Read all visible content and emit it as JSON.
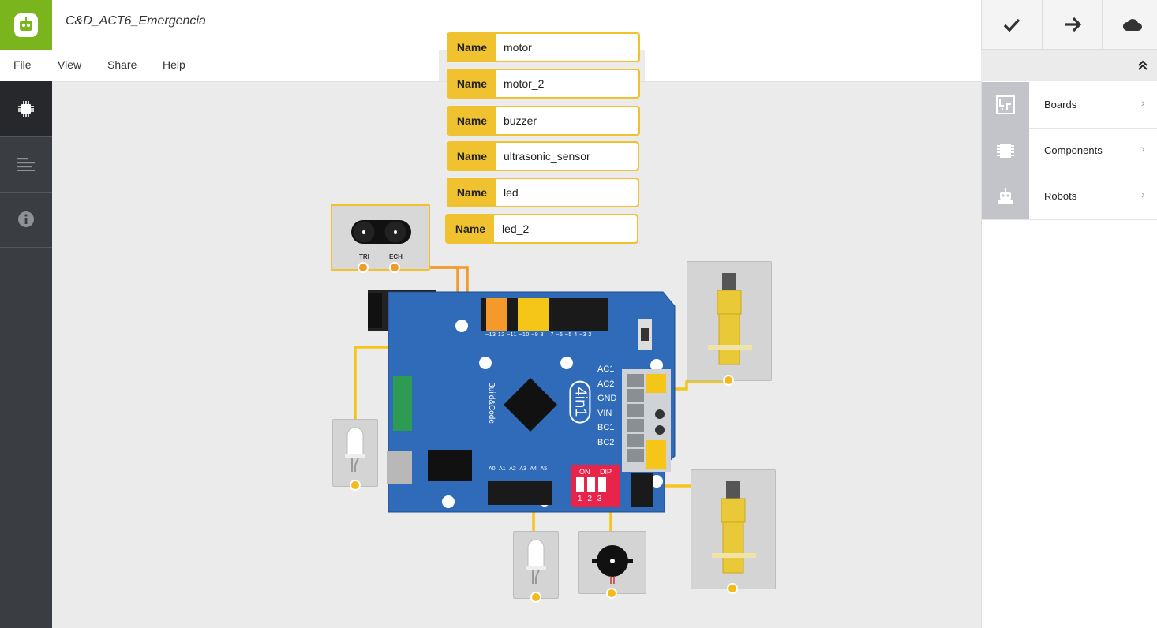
{
  "app": {
    "project_title": "C&D_ACT6_Emergencia"
  },
  "menu": {
    "items": [
      "File",
      "View",
      "Share",
      "Help"
    ]
  },
  "toolbar": {
    "verify_icon": "check-icon",
    "upload_icon": "arrow-right-icon",
    "cloud_icon": "cloud-icon"
  },
  "sidebar": {
    "tabs": [
      "hardware-chip-icon",
      "code-lines-icon",
      "info-icon"
    ]
  },
  "panel": {
    "categories": [
      {
        "label": "Boards",
        "icon": "boards-icon"
      },
      {
        "label": "Components",
        "icon": "components-icon"
      },
      {
        "label": "Robots",
        "icon": "robots-icon"
      }
    ]
  },
  "name_popups": {
    "label": "Name",
    "values": [
      "motor",
      "motor_2",
      "buzzer",
      "ultrasonic_sensor",
      "led",
      "led_2"
    ]
  },
  "board": {
    "pin_labels_top": [
      "~13",
      "12",
      "~11",
      "~10",
      "~9",
      "8",
      "7",
      "~6",
      "~5",
      "4",
      "~3",
      "2"
    ],
    "pin_labels_analog": [
      "A0",
      "A1",
      "A2",
      "A3",
      "A4",
      "A5"
    ],
    "side_labels": [
      "AC1",
      "AC2",
      "GND",
      "VIN",
      "BC1",
      "BC2"
    ],
    "brand_text": "Build&Code",
    "model_text": "4in1",
    "dip_on": "ON",
    "dip_label": "DIP",
    "dip_numbers": [
      "1",
      "2",
      "3"
    ]
  },
  "ultrasonic": {
    "pin_tri": "TRI",
    "pin_ech": "ECH"
  },
  "colors": {
    "accent": "#7ab51d",
    "wire_yellow": "#f5c518",
    "wire_orange": "#f39a2b",
    "board_blue": "#2f6bb9",
    "popup_yellow": "#f1c22f"
  }
}
